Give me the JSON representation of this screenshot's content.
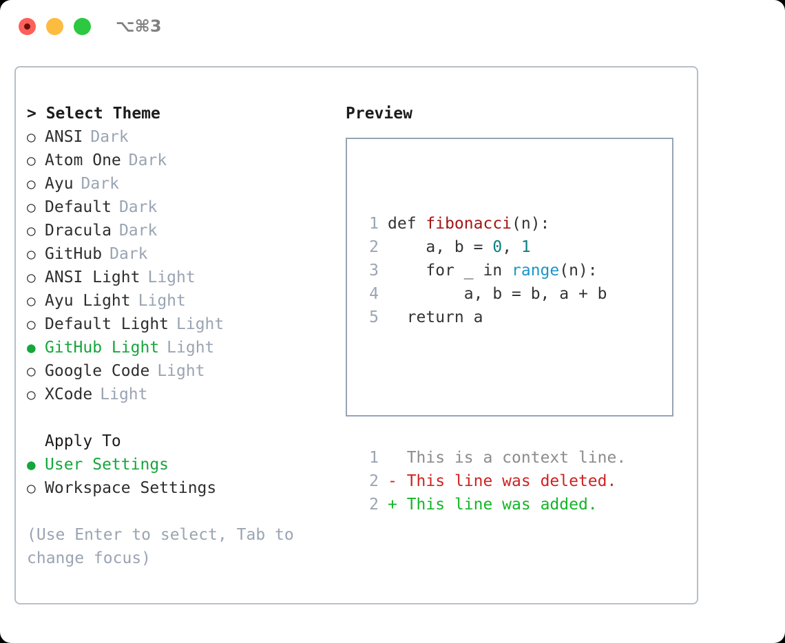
{
  "titlebar": {
    "shortcut": "⌥⌘3",
    "dots": [
      {
        "name": "close",
        "color": "#fc6058"
      },
      {
        "name": "minimize",
        "color": "#fdbc40"
      },
      {
        "name": "maximize",
        "color": "#2bc840"
      }
    ]
  },
  "theme_picker": {
    "title": "> Select Theme",
    "bullet_unselected": "○",
    "bullet_selected": "●",
    "items": [
      {
        "name": "ANSI",
        "variant": "Dark",
        "selected": false
      },
      {
        "name": "Atom One",
        "variant": "Dark",
        "selected": false
      },
      {
        "name": "Ayu",
        "variant": "Dark",
        "selected": false
      },
      {
        "name": "Default",
        "variant": "Dark",
        "selected": false
      },
      {
        "name": "Dracula",
        "variant": "Dark",
        "selected": false
      },
      {
        "name": "GitHub",
        "variant": "Dark",
        "selected": false
      },
      {
        "name": "ANSI Light",
        "variant": "Light",
        "selected": false
      },
      {
        "name": "Ayu Light",
        "variant": "Light",
        "selected": false
      },
      {
        "name": "Default Light",
        "variant": "Light",
        "selected": false
      },
      {
        "name": "GitHub Light",
        "variant": "Light",
        "selected": true
      },
      {
        "name": "Google Code",
        "variant": "Light",
        "selected": false
      },
      {
        "name": "XCode",
        "variant": "Light",
        "selected": false
      }
    ]
  },
  "apply_to": {
    "title": "Apply To",
    "items": [
      {
        "name": "User Settings",
        "selected": true
      },
      {
        "name": "Workspace Settings",
        "selected": false
      }
    ]
  },
  "hint": "(Use Enter to select, Tab to change focus)",
  "preview": {
    "title": "Preview",
    "code_lines": [
      {
        "num": "1",
        "parts": [
          {
            "text": "def ",
            "token": "plain"
          },
          {
            "text": "fibonacci",
            "token": "fn"
          },
          {
            "text": "(n):",
            "token": "plain"
          }
        ]
      },
      {
        "num": "2",
        "parts": [
          {
            "text": "    a, b = ",
            "token": "plain"
          },
          {
            "text": "0",
            "token": "num"
          },
          {
            "text": ", ",
            "token": "plain"
          },
          {
            "text": "1",
            "token": "num"
          }
        ]
      },
      {
        "num": "3",
        "parts": [
          {
            "text": "    for _ in ",
            "token": "plain"
          },
          {
            "text": "range",
            "token": "call"
          },
          {
            "text": "(n):",
            "token": "plain"
          }
        ]
      },
      {
        "num": "4",
        "parts": [
          {
            "text": "        a, b = b, a + b",
            "token": "plain"
          }
        ]
      },
      {
        "num": "5",
        "parts": [
          {
            "text": "  return a",
            "token": "plain"
          }
        ]
      }
    ],
    "diff_lines": [
      {
        "num": "1",
        "marker": "  ",
        "text": "This is a context line.",
        "kind": "ctx"
      },
      {
        "num": "2",
        "marker": "- ",
        "text": "This line was deleted.",
        "kind": "del"
      },
      {
        "num": "2",
        "marker": "+ ",
        "text": "This line was added.",
        "kind": "add"
      }
    ]
  },
  "colors": {
    "selected_green": "#16a63c",
    "muted_gray": "#9aa4b2",
    "code_fn_red": "#a31515",
    "code_num_teal": "#0d7d80",
    "code_call_blue": "#1b95c9",
    "diff_delete_red": "#cf2222",
    "diff_add_green": "#13b527",
    "card_border": "#b7bec9",
    "preview_border": "#97a3b4"
  }
}
